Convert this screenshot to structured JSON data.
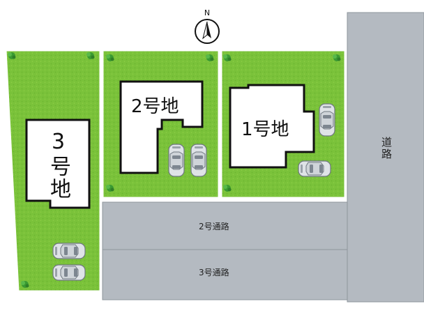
{
  "compass": {
    "letter": "N"
  },
  "lots": [
    {
      "id": "lot1",
      "label": "1号地"
    },
    {
      "id": "lot2",
      "label": "2号地"
    },
    {
      "id": "lot3",
      "label": "3号地"
    }
  ],
  "roads": {
    "main": "道路",
    "passage2": "2号通路",
    "passage3": "3号通路"
  },
  "colors": {
    "lawn": "#7ac23a",
    "lawn_dark": "#5ea82a",
    "road": "#b4bac1",
    "border": "#222222",
    "car_body": "#dfe3e7",
    "car_dark": "#7d8690",
    "tree": "#3a9a32"
  },
  "icons": [
    "compass-icon",
    "car-icon",
    "tree-icon"
  ]
}
